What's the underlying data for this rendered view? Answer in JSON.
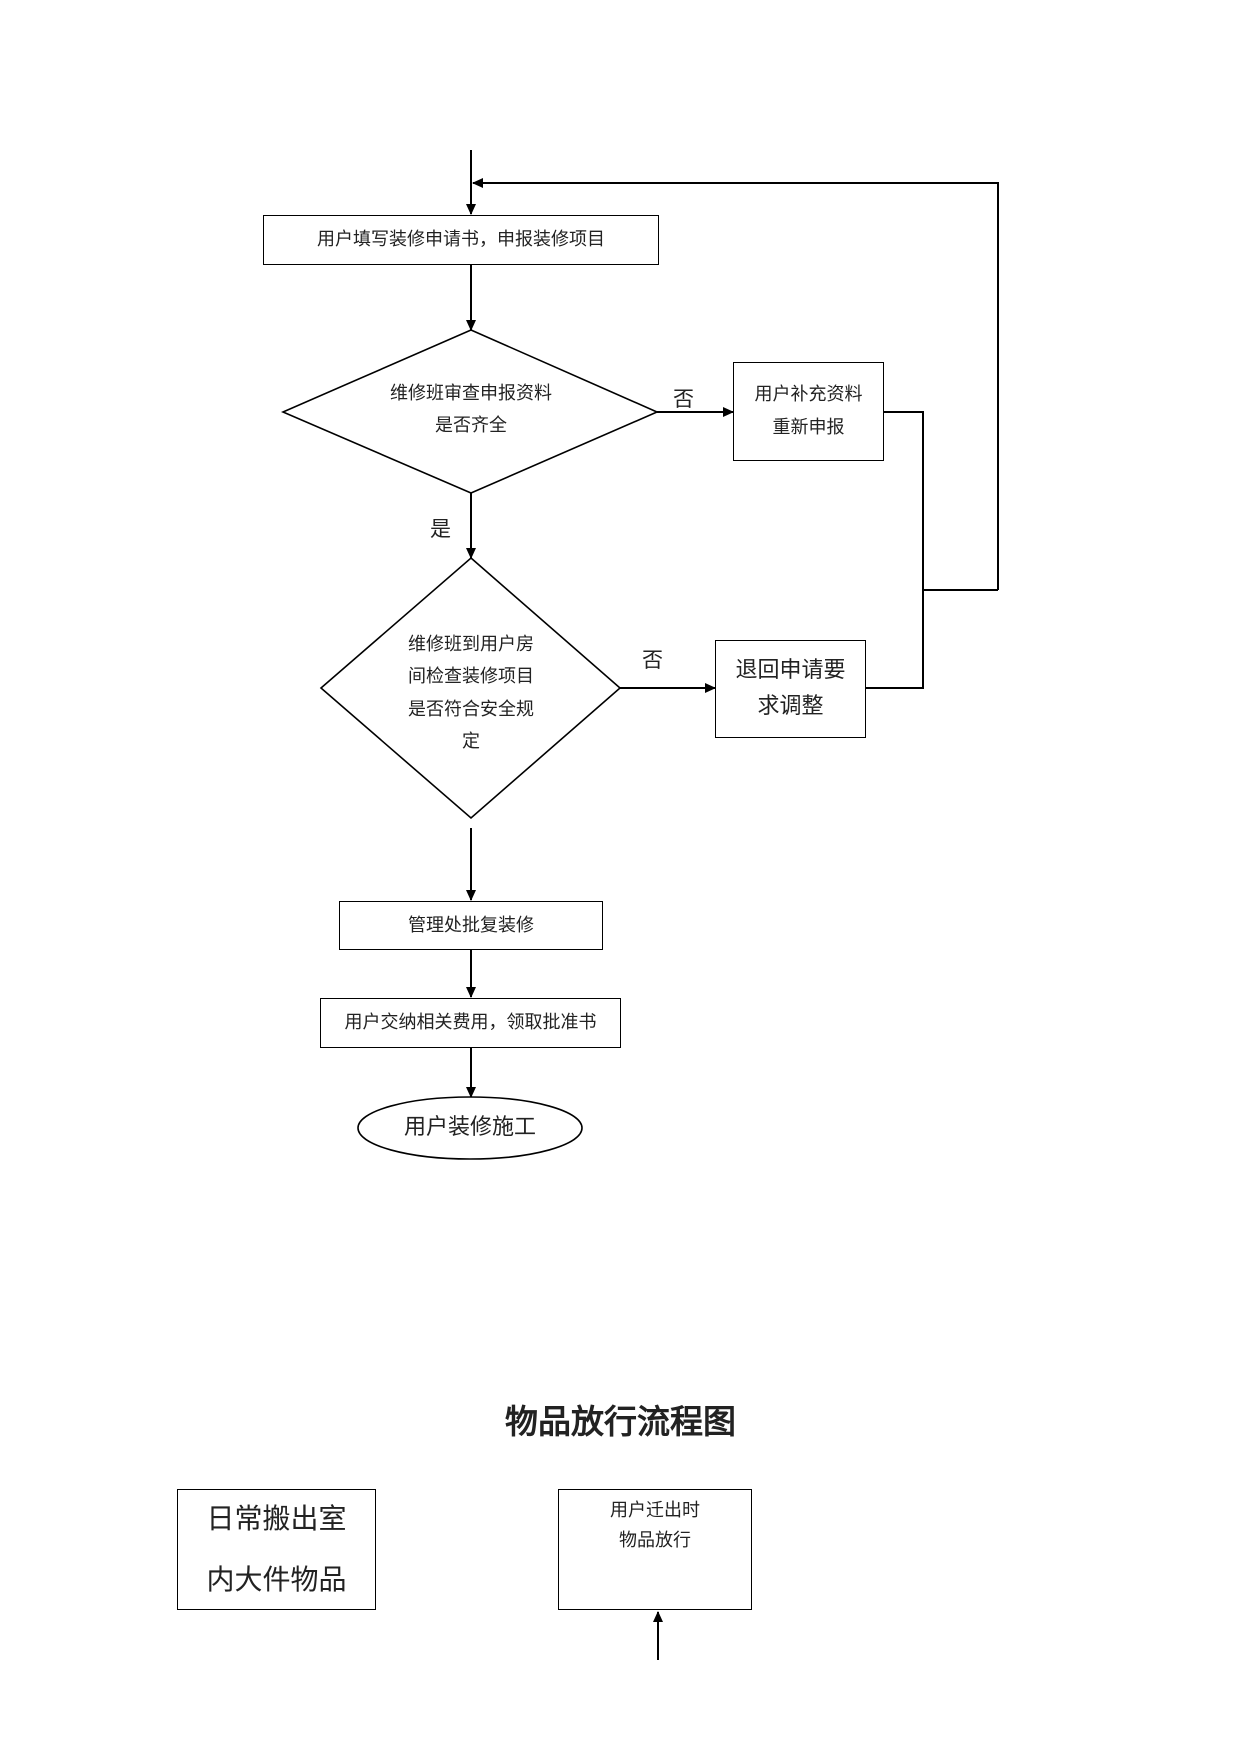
{
  "flowchart_1": {
    "steps": {
      "fill_application": "用户填写装修申请书，申报装修项目",
      "check_docs": "维修班审查申报资料\n是否齐全",
      "supplement_docs": "用户补充资料\n重新申报",
      "site_inspection": "维修班到用户房\n间检查装修项目\n是否符合安全规\n定",
      "return_adjust": "退回申请要\n求调整",
      "management_approve": "管理处批复装修",
      "pay_fees": "用户交纳相关费用，领取批准书",
      "construction": "用户装修施工"
    },
    "edge_labels": {
      "no_1": "否",
      "yes_1": "是",
      "no_2": "否"
    }
  },
  "flowchart_2": {
    "title": "物品放行流程图",
    "steps": {
      "daily_move_out": "日常搬出室\n内大件物品",
      "move_out_release": "用户迁出时\n物品放行"
    }
  }
}
